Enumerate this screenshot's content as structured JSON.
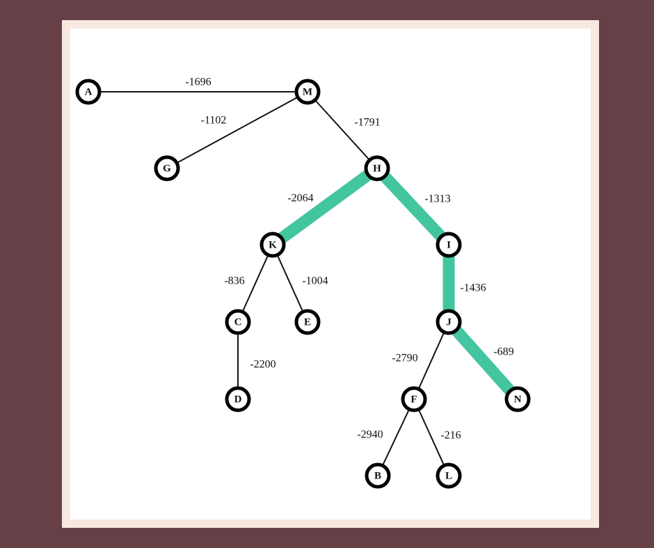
{
  "colors": {
    "background": "#673f47",
    "frame": "#f7e9df",
    "canvas": "#ffffff",
    "edge": "#111111",
    "highlight": "#43c6a0",
    "node_fill": "#ffffff",
    "node_stroke": "#000000"
  },
  "nodes": [
    "A",
    "M",
    "G",
    "H",
    "K",
    "I",
    "C",
    "E",
    "J",
    "D",
    "F",
    "N",
    "B",
    "L"
  ],
  "edges": [
    {
      "from": "A",
      "to": "M",
      "weight": "-1696",
      "highlighted": false
    },
    {
      "from": "M",
      "to": "G",
      "weight": "-1102",
      "highlighted": false
    },
    {
      "from": "M",
      "to": "H",
      "weight": "-1791",
      "highlighted": false
    },
    {
      "from": "H",
      "to": "K",
      "weight": "-2064",
      "highlighted": true
    },
    {
      "from": "H",
      "to": "I",
      "weight": "-1313",
      "highlighted": true
    },
    {
      "from": "K",
      "to": "C",
      "weight": "-836",
      "highlighted": false
    },
    {
      "from": "K",
      "to": "E",
      "weight": "-1004",
      "highlighted": false
    },
    {
      "from": "I",
      "to": "J",
      "weight": "-1436",
      "highlighted": true
    },
    {
      "from": "C",
      "to": "D",
      "weight": "-2200",
      "highlighted": false
    },
    {
      "from": "J",
      "to": "F",
      "weight": "-2790",
      "highlighted": false
    },
    {
      "from": "J",
      "to": "N",
      "weight": "-689",
      "highlighted": true
    },
    {
      "from": "F",
      "to": "B",
      "weight": "-2940",
      "highlighted": false
    },
    {
      "from": "F",
      "to": "L",
      "weight": "-216",
      "highlighted": false
    }
  ]
}
